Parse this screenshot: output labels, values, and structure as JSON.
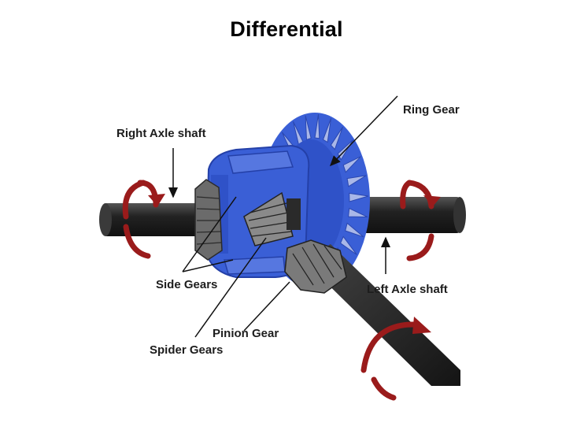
{
  "title": "Differential",
  "labels": {
    "ring_gear": "Ring Gear",
    "right_axle_shaft": "Right Axle shaft",
    "left_axle_shaft": "Left Axle shaft",
    "side_gears": "Side Gears",
    "pinion_gear": "Pinion Gear",
    "spider_gears": "Spider Gears"
  },
  "colors": {
    "housing_blue": "#3a5fd6",
    "shaft_dark": "#2a2a2a",
    "arrow_red": "#9a1b1b",
    "gear_gray": "#8a8a8a"
  }
}
